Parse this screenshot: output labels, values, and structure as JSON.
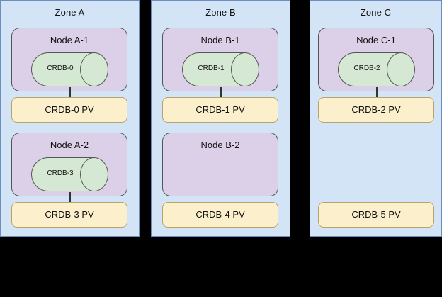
{
  "colors": {
    "background": "#000000",
    "zone_fill": "#D4E4F7",
    "zone_stroke": "#6c8ebf",
    "node_fill": "#DCD0E8",
    "node_stroke": "#555555",
    "pod_fill": "#D5E8D4",
    "pod_stroke": "#555555",
    "pv_fill": "#FCEFCC",
    "pv_stroke": "#b8a46a",
    "connector": "#333333",
    "text": "#111111"
  },
  "zones": [
    {
      "title": "Zone A",
      "nodes": [
        {
          "title": "Node A-1",
          "pod": "CRDB-0",
          "has_pod": true,
          "has_connector": true
        },
        {
          "title": "Node A-2",
          "pod": "CRDB-3",
          "has_pod": true,
          "has_connector": true
        }
      ],
      "volumes": [
        {
          "label": "CRDB-0 PV"
        },
        {
          "label": "CRDB-3 PV"
        }
      ]
    },
    {
      "title": "Zone B",
      "nodes": [
        {
          "title": "Node B-1",
          "pod": "CRDB-1",
          "has_pod": true,
          "has_connector": true
        },
        {
          "title": "Node B-2",
          "pod": "",
          "has_pod": false,
          "has_connector": false
        }
      ],
      "volumes": [
        {
          "label": "CRDB-1 PV"
        },
        {
          "label": "CRDB-4 PV"
        }
      ]
    },
    {
      "title": "Zone C",
      "nodes": [
        {
          "title": "Node C-1",
          "pod": "CRDB-2",
          "has_pod": true,
          "has_connector": true
        }
      ],
      "volumes": [
        {
          "label": "CRDB-2 PV"
        },
        {
          "label": "CRDB-5 PV"
        }
      ]
    }
  ]
}
